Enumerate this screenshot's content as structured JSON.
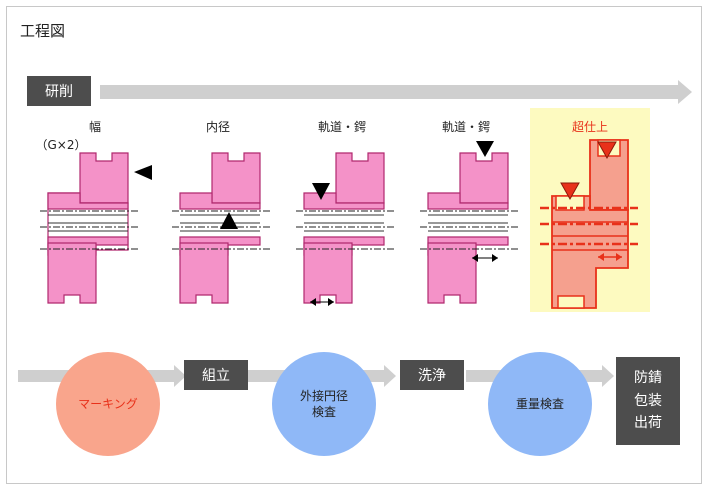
{
  "title": "工程図",
  "grinding_label": "研削",
  "steps": [
    {
      "label": "幅",
      "sub": "（G×2）"
    },
    {
      "label": "内径"
    },
    {
      "label": "軌道・鍔"
    },
    {
      "label": "軌道・鍔"
    },
    {
      "label": "超仕上"
    }
  ],
  "flow": {
    "marking": "マーキング",
    "assembly": "組立",
    "od_inspection": "外接円径\n検査",
    "washing": "洗浄",
    "weight_inspection": "重量検査",
    "final": "防錆\n包装\n出荷"
  },
  "colors": {
    "part_pink": "#f492c8",
    "part_outline": "#b0286e",
    "super_bg": "#fdfac0",
    "super_red": "#e8311a",
    "super_fill": "#f5a08e",
    "arrow_grey": "#cfcfcf",
    "box_dark": "#4d4d4d",
    "marking_circle": "#f9a58c",
    "inspection_circle": "#8fb8f7"
  }
}
